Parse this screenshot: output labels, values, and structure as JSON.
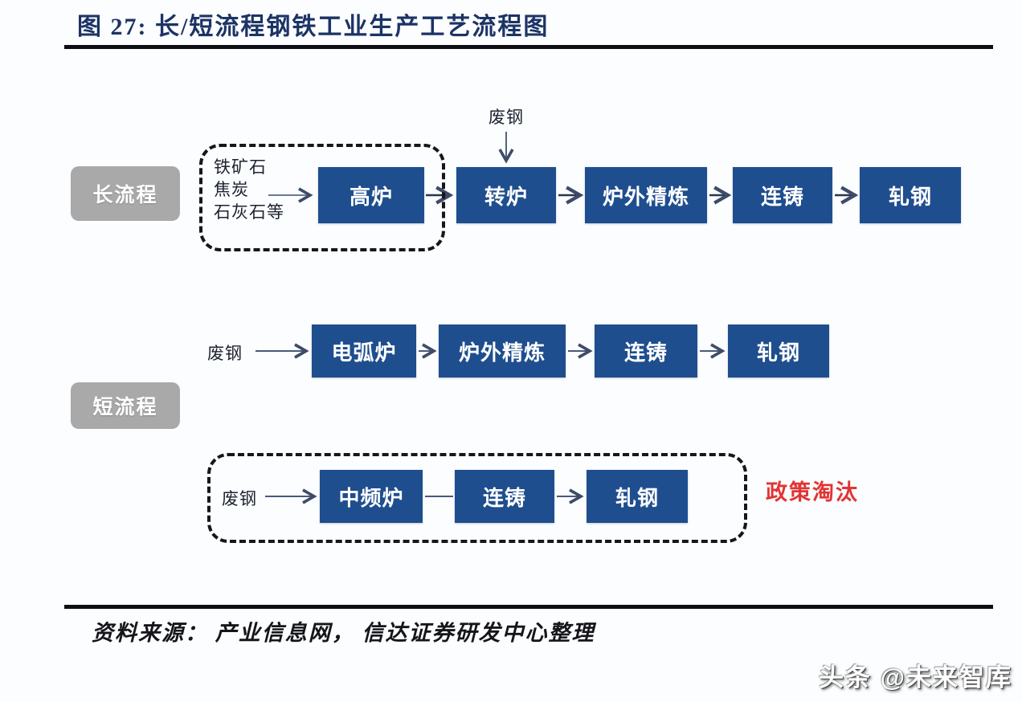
{
  "title": "图 27:  长/短流程钢铁工业生产工艺流程图",
  "colors": {
    "box_blue": "#1f4e8e",
    "label_gray": "#a9a9a9",
    "title_navy": "#1c3365",
    "warning_red": "#e23434",
    "rule_black": "#0e0e14"
  },
  "long_process": {
    "label": "长流程",
    "inputs": [
      "铁矿石",
      "焦炭",
      "石灰石等"
    ],
    "scrap_input": "废钢",
    "steps": [
      "高炉",
      "转炉",
      "炉外精炼",
      "连铸",
      "轧钢"
    ]
  },
  "short_process": {
    "label": "短流程",
    "input": "废钢",
    "steps": [
      "电弧炉",
      "炉外精炼",
      "连铸",
      "轧钢"
    ]
  },
  "eliminated_process": {
    "input": "废钢",
    "steps": [
      "中频炉",
      "连铸",
      "轧钢"
    ],
    "note": "政策淘汰"
  },
  "footer": {
    "source": "资料来源：  产业信息网，  信达证券研发中心整理"
  },
  "watermark": "头条 @未来智库"
}
